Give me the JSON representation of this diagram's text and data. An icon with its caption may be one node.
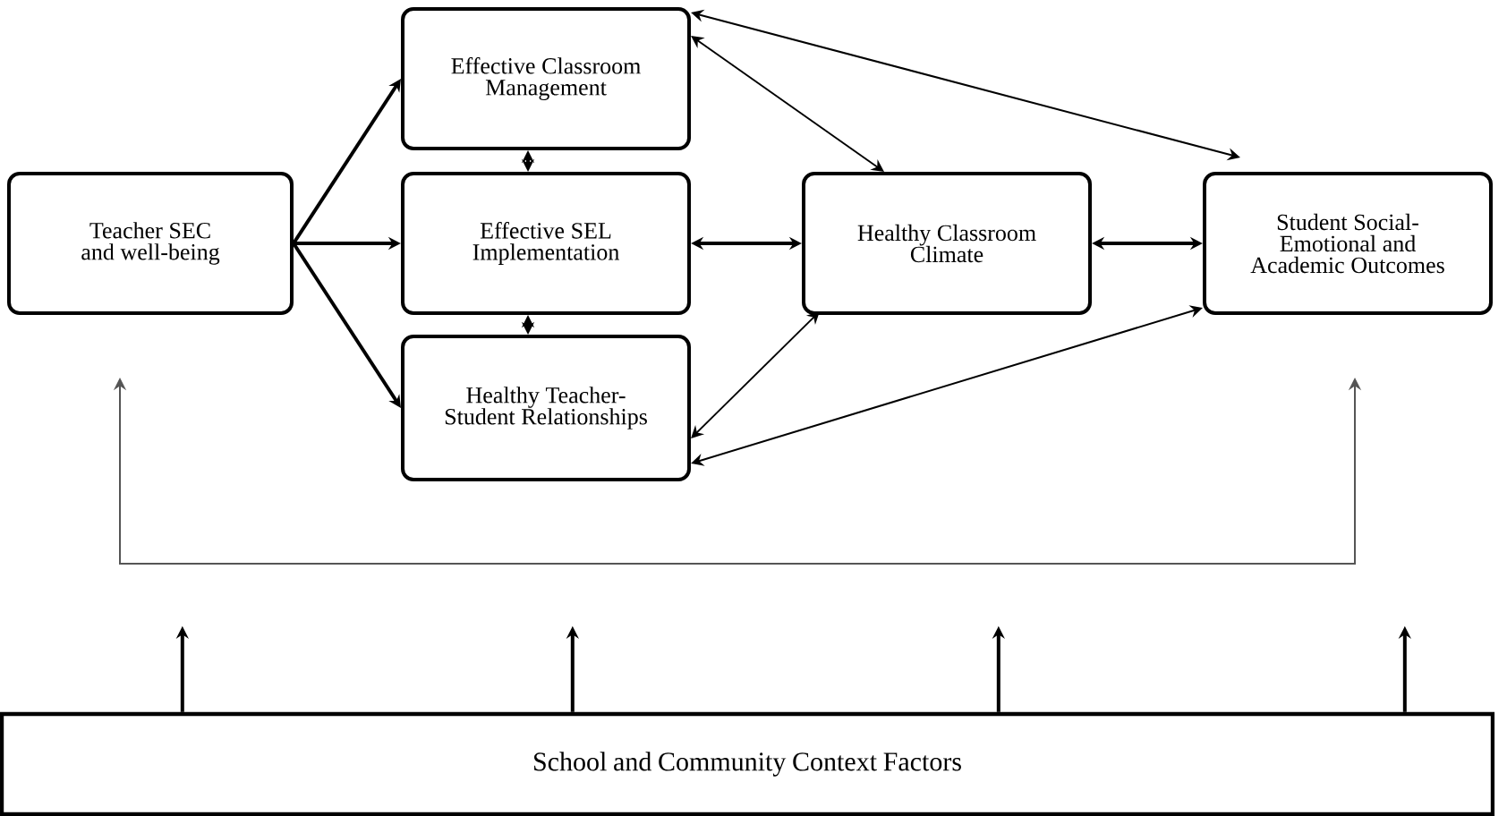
{
  "diagram": {
    "nodes": [
      {
        "text": [
          "Teacher SEC and well-being"
        ]
      },
      {
        "text": [
          "Effective Classroom Management"
        ]
      },
      {
        "text": [
          "Effective SEL Implementation"
        ]
      },
      {
        "text": [
          "Healthy Teacher-Student Relationships"
        ]
      },
      {
        "text": [
          "Healthy Classroom Climate"
        ]
      },
      {
        "text": [
          "Student Social-Emotional and Academic Outcomes"
        ]
      },
      {
        "text": [
          "School and Community Context Factors"
        ]
      }
    ],
    "edges": [
      {
        "from": 0,
        "to": 1,
        "arrow": "to"
      },
      {
        "from": 0,
        "to": 2,
        "arrow": "to"
      },
      {
        "from": 0,
        "to": 3,
        "arrow": "to"
      },
      {
        "from": 1,
        "to": 2,
        "arrow": "both"
      },
      {
        "from": 2,
        "to": 3,
        "arrow": "both"
      },
      {
        "from": 2,
        "to": 4,
        "arrow": "both"
      },
      {
        "from": 4,
        "to": 5,
        "arrow": "both"
      },
      {
        "from": 1,
        "to": 4,
        "arrow": "both"
      },
      {
        "from": 1,
        "to": 5,
        "arrow": "both"
      },
      {
        "from": 3,
        "to": 4,
        "arrow": "both"
      },
      {
        "from": 3,
        "to": 5,
        "arrow": "both"
      },
      {
        "from": 0,
        "to": 5,
        "arrow": "both",
        "color": "#555555"
      },
      {
        "from": 6,
        "to": null,
        "arrow": "to"
      },
      {
        "from": 6,
        "to": null,
        "arrow": "to"
      },
      {
        "from": 6,
        "to": null,
        "arrow": "to"
      },
      {
        "from": 6,
        "to": null,
        "arrow": "to"
      }
    ]
  }
}
